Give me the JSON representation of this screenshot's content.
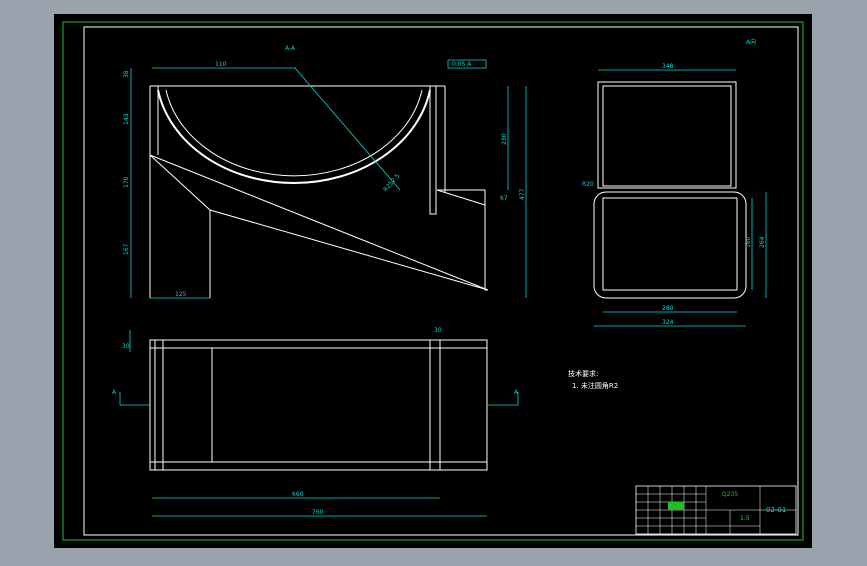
{
  "colors": {
    "background": "#9aa3ad",
    "paper": "#000000",
    "frame": "#20c020",
    "line": "#ffffff",
    "dim": "#00d8d8",
    "title_fill": "#20c020"
  },
  "drawing": {
    "front_view": {
      "dims": {
        "top_width": "110",
        "top_height": "38",
        "mid_height1": "143",
        "mid_height2": "170",
        "lower_height": "167",
        "bottom_offset": "125",
        "right_height1": "230",
        "right_height2": "477",
        "right_small": "67",
        "radius": "R252.5",
        "section_mark": "A-A",
        "tolerance": "0.05 A"
      }
    },
    "side_view": {
      "dims": {
        "top_width": "348",
        "inner_width": "280",
        "outer_width": "324",
        "height1": "160",
        "height2": "264",
        "corner": "R20",
        "view_label": "A向"
      }
    },
    "plan_view": {
      "dims": {
        "inner_length": "660",
        "total_length": "760",
        "small_left": "30",
        "small_right": "30"
      },
      "section_marks": {
        "left": "A",
        "right": "A"
      }
    },
    "notes": {
      "heading": "技术要求:",
      "line1": "1. 未注圆角R2"
    },
    "title_block": {
      "scale": "1:5",
      "drawing_no": "02-01",
      "material": "Q235"
    }
  }
}
